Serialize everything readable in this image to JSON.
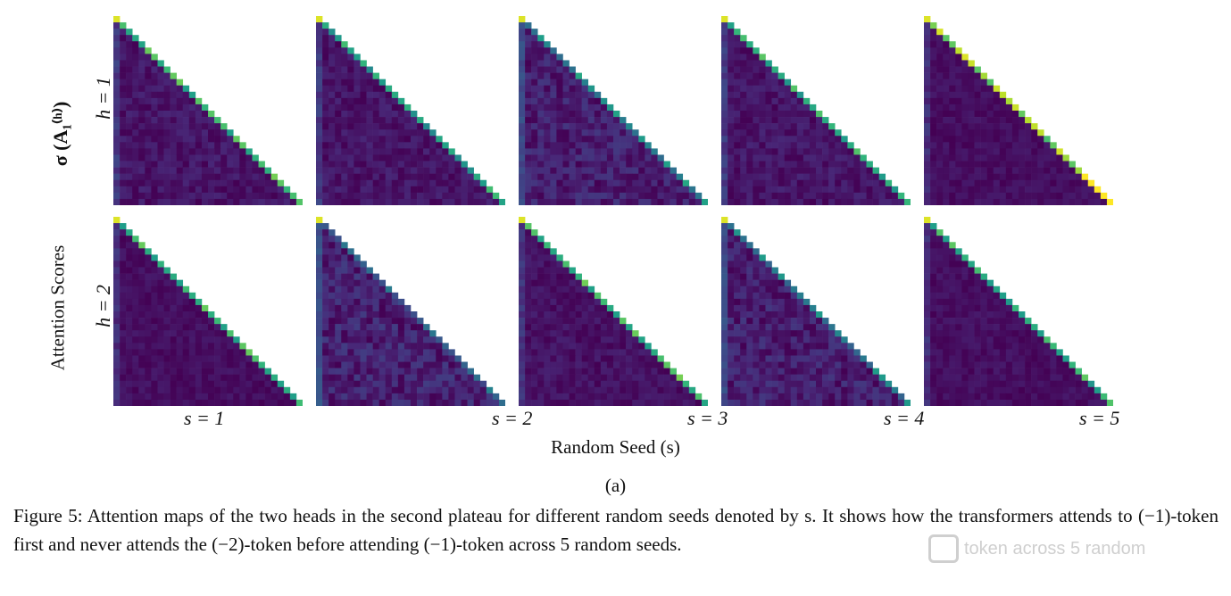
{
  "figure": {
    "y_main_label": "Attention Scores",
    "sigma_label": "σ (A₁⁽ʰ⁾)",
    "row_labels": [
      "h = 1",
      "h = 2"
    ],
    "seed_labels": [
      "s = 1",
      "s = 2",
      "s = 3",
      "s = 4",
      "s = 5"
    ],
    "x_label": "Random Seed (s)",
    "sublabel": "(a)"
  },
  "caption": "Figure 5: Attention maps of the two heads in the second plateau for different random seeds denoted by s. It shows how the transformers attends to (−1)-token first and never attends the (−2)-token before attending (−1)-token across 5 random seeds.",
  "chart_data": {
    "type": "heatmap",
    "description_free": true,
    "grid_size": 30,
    "colormap": "viridis",
    "rows": [
      "h = 1",
      "h = 2"
    ],
    "columns": [
      "s = 1",
      "s = 2",
      "s = 3",
      "s = 4",
      "s = 5"
    ],
    "diagonal_strength": [
      [
        0.55,
        0.45,
        0.35,
        0.5,
        0.7
      ],
      [
        0.55,
        0.2,
        0.55,
        0.3,
        0.5
      ]
    ],
    "offdiag_noise": [
      [
        0.12,
        0.12,
        0.18,
        0.12,
        0.08
      ],
      [
        0.08,
        0.2,
        0.1,
        0.18,
        0.08
      ]
    ]
  },
  "watermark": {
    "text": "token across 5 random"
  }
}
